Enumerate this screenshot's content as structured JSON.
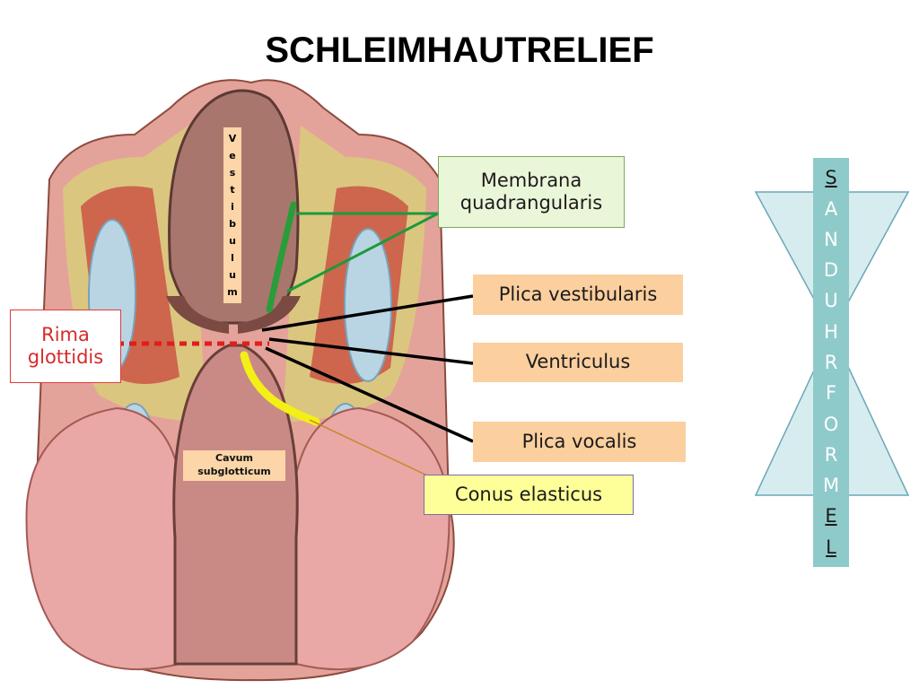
{
  "title": "SCHLEIMHAUTRELIEF",
  "labels": {
    "membrana": "Membrana quadrangularis",
    "plica_vestibularis": "Plica vestibularis",
    "ventriculus": "Ventriculus",
    "plica_vocalis": "Plica vocalis",
    "conus_elasticus": "Conus elasticus",
    "rima_glottidis": "Rima glottidis",
    "cavum_subglotticum": "Cavum subglotticum",
    "vestibulum_letters": [
      "V",
      "e",
      "s",
      "t",
      "i",
      "b",
      "u",
      "l",
      "u",
      "m"
    ]
  },
  "sanduhrformel_letters": [
    "S",
    "A",
    "N",
    "D",
    "U",
    "H",
    "R",
    "F",
    "O",
    "R",
    "M",
    "E",
    "L"
  ],
  "colors": {
    "membrana_line": "#2a9d3a",
    "conus_highlight": "#f4ef16",
    "rima_line": "#e11d1d",
    "hourglass_fill": "#d7ecee",
    "sand_column": "#8fcaca",
    "label_orange": "#fbcf9e",
    "label_green_bg": "#eaf6d8",
    "label_yellow": "#ffff99"
  }
}
